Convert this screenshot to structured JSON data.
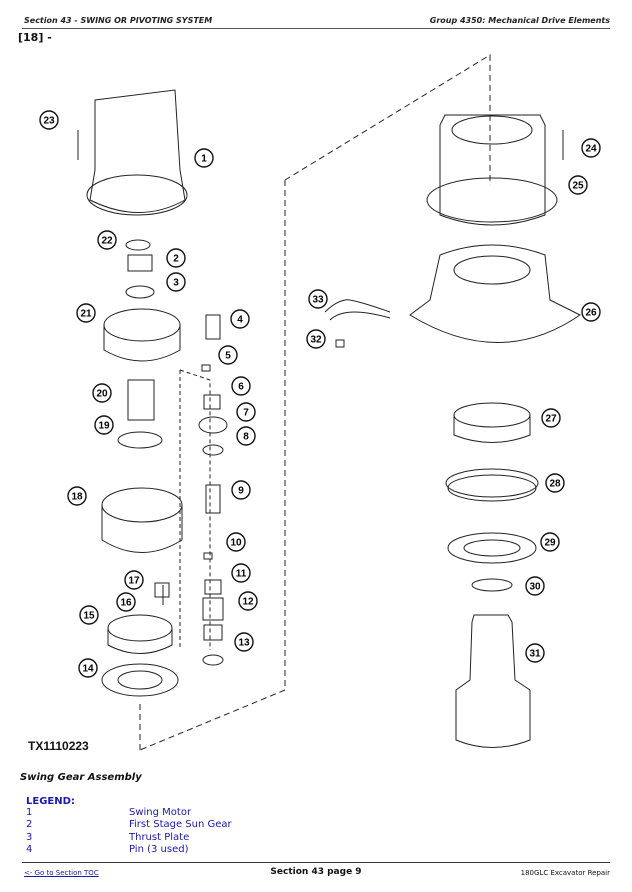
{
  "header": {
    "section": "Section 43 - SWING OR PIVOTING SYSTEM",
    "group": "Group 4350: Mechanical Drive Elements"
  },
  "figure_ref": "[18] -",
  "figure_id": "TX1110223",
  "caption": "Swing Gear Assembly",
  "callouts": [
    "1",
    "2",
    "3",
    "4",
    "5",
    "6",
    "7",
    "8",
    "9",
    "10",
    "11",
    "12",
    "13",
    "14",
    "15",
    "16",
    "17",
    "18",
    "19",
    "20",
    "21",
    "22",
    "23",
    "24",
    "25",
    "26",
    "27",
    "28",
    "29",
    "30",
    "31",
    "32",
    "33"
  ],
  "legend": {
    "title": "LEGEND:",
    "items": [
      {
        "num": "1",
        "label": "Swing Motor"
      },
      {
        "num": "2",
        "label": "First Stage Sun Gear"
      },
      {
        "num": "3",
        "label": "Thrust Plate"
      },
      {
        "num": "4",
        "label": "Pin (3 used)"
      }
    ]
  },
  "footer": {
    "toc_link": "<- Go to Section TOC",
    "page": "Section 43 page 9",
    "manual": "180GLC Excavator Repair"
  }
}
